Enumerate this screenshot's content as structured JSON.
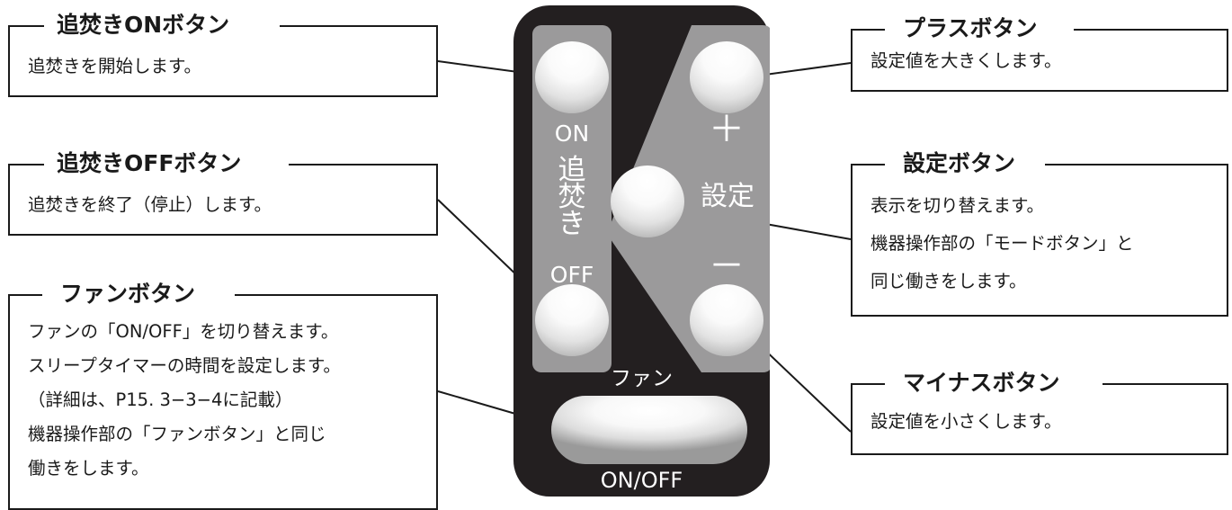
{
  "remote": {
    "on_label": "ON",
    "oidaki_label": "追\n焚\nき",
    "off_label": "OFF",
    "plus_label": "＋",
    "settei_label": "設定",
    "minus_label": "－",
    "fan_label": "ファン",
    "onoff_label": "ON/OFF"
  },
  "callouts": {
    "oidaki_on": {
      "title": "追焚きONボタン",
      "lines": [
        "追焚きを開始します。"
      ]
    },
    "oidaki_off": {
      "title": "追焚きOFFボタン",
      "lines": [
        "追焚きを終了（停止）します。"
      ]
    },
    "fan": {
      "title": "ファンボタン",
      "lines": [
        "ファンの「ON/OFF」を切り替えます。",
        "スリープタイマーの時間を設定します。",
        "（詳細は、P15. 3−3−4に記載）",
        "機器操作部の「ファンボタン」と同じ",
        "働きをします。"
      ]
    },
    "plus": {
      "title": "プラスボタン",
      "lines": [
        "設定値を大きくします。"
      ]
    },
    "settei": {
      "title": "設定ボタン",
      "lines": [
        "表示を切り替えます。",
        "機器操作部の「モードボタン」と",
        "同じ働きをします。"
      ]
    },
    "minus": {
      "title": "マイナスボタン",
      "lines": [
        "設定値を小さくします。"
      ]
    }
  }
}
